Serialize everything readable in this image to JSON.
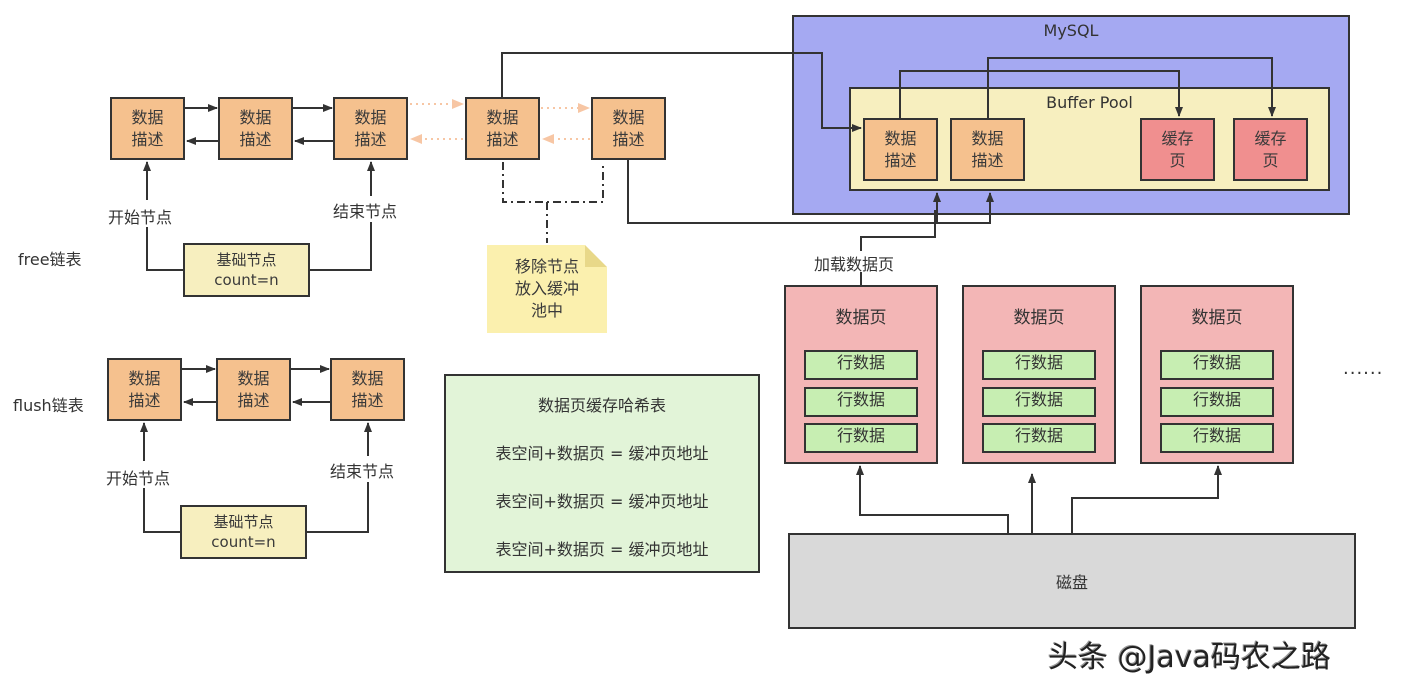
{
  "free_list": {
    "label": "free链表",
    "nodes": [
      "数据\n描述",
      "数据\n描述",
      "数据\n描述"
    ],
    "start_label": "开始节点",
    "end_label": "结束节点",
    "base_node": "基础节点\ncount=n"
  },
  "removed_nodes": {
    "nodes": [
      "数据\n描述",
      "数据\n描述"
    ],
    "note": "移除节点\n放入缓冲\n池中"
  },
  "flush_list": {
    "label": "flush链表",
    "nodes": [
      "数据\n描述",
      "数据\n描述",
      "数据\n描述"
    ],
    "start_label": "开始节点",
    "end_label": "结束节点",
    "base_node": "基础节点\ncount=n"
  },
  "mysql": {
    "title": "MySQL",
    "buffer_pool": {
      "title": "Buffer Pool",
      "descriptors": [
        "数据\n描述",
        "数据\n描述"
      ],
      "cache_pages": [
        "缓存\n页",
        "缓存\n页"
      ]
    }
  },
  "load_label": "加载数据页",
  "hash_table": {
    "title": "数据页缓存哈希表",
    "rows": [
      "表空间+数据页 = 缓冲页地址",
      "表空间+数据页 = 缓冲页地址",
      "表空间+数据页 = 缓冲页地址"
    ]
  },
  "data_pages": [
    {
      "title": "数据页",
      "rows": [
        "行数据",
        "行数据",
        "行数据"
      ]
    },
    {
      "title": "数据页",
      "rows": [
        "行数据",
        "行数据",
        "行数据"
      ]
    },
    {
      "title": "数据页",
      "rows": [
        "行数据",
        "行数据",
        "行数据"
      ]
    }
  ],
  "ellipsis": "......",
  "disk": "磁盘",
  "watermark": "头条 @Java码农之路",
  "colors": {
    "descriptor": "#f5c18e",
    "cache_page": "#f08f8f",
    "mysql": "#a5a9f2",
    "buffer_pool": "#f7efbf",
    "data_page": "#f3b6b6",
    "row": "#c7eeb2",
    "hash_table": "#e2f4d8",
    "disk": "#d9d9d9",
    "note": "#fbf0ae",
    "removed_link": "#f7c6a4"
  }
}
